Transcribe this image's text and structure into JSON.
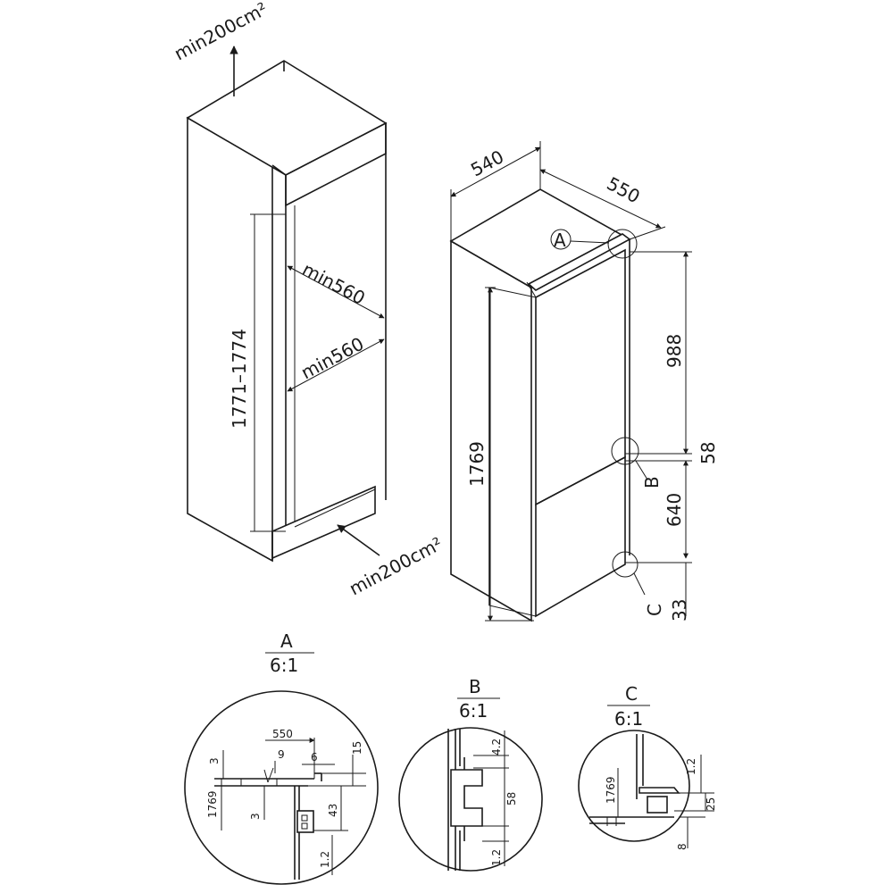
{
  "cabinet": {
    "vent_top_label": "min200cm²",
    "vent_bottom_label": "min200cm²",
    "height_label": "1771–1774",
    "width_upper_label": "min560",
    "width_lower_label": "min560"
  },
  "appliance": {
    "width_label": "540",
    "depth_label": "550",
    "height_label": "1769",
    "upper_label": "988",
    "gap_label": "58",
    "lower_label": "640",
    "base_label": "33",
    "marker_a": "A",
    "marker_b": "B",
    "marker_c": "C"
  },
  "details": [
    {
      "letter": "A",
      "scale": "6:1",
      "dims": {
        "d550": "550",
        "d15": "15",
        "d3a": "3",
        "d9": "9",
        "d6": "6",
        "d1769": "1769",
        "d3b": "3",
        "d43": "43",
        "d12": "1.2"
      }
    },
    {
      "letter": "B",
      "scale": "6:1",
      "dims": {
        "d42": "4.2",
        "d58": "58",
        "d12": "1.2"
      }
    },
    {
      "letter": "C",
      "scale": "6:1",
      "dims": {
        "d1769": "1769",
        "d12": "1.2",
        "d25": "25",
        "d8": "8"
      }
    }
  ]
}
